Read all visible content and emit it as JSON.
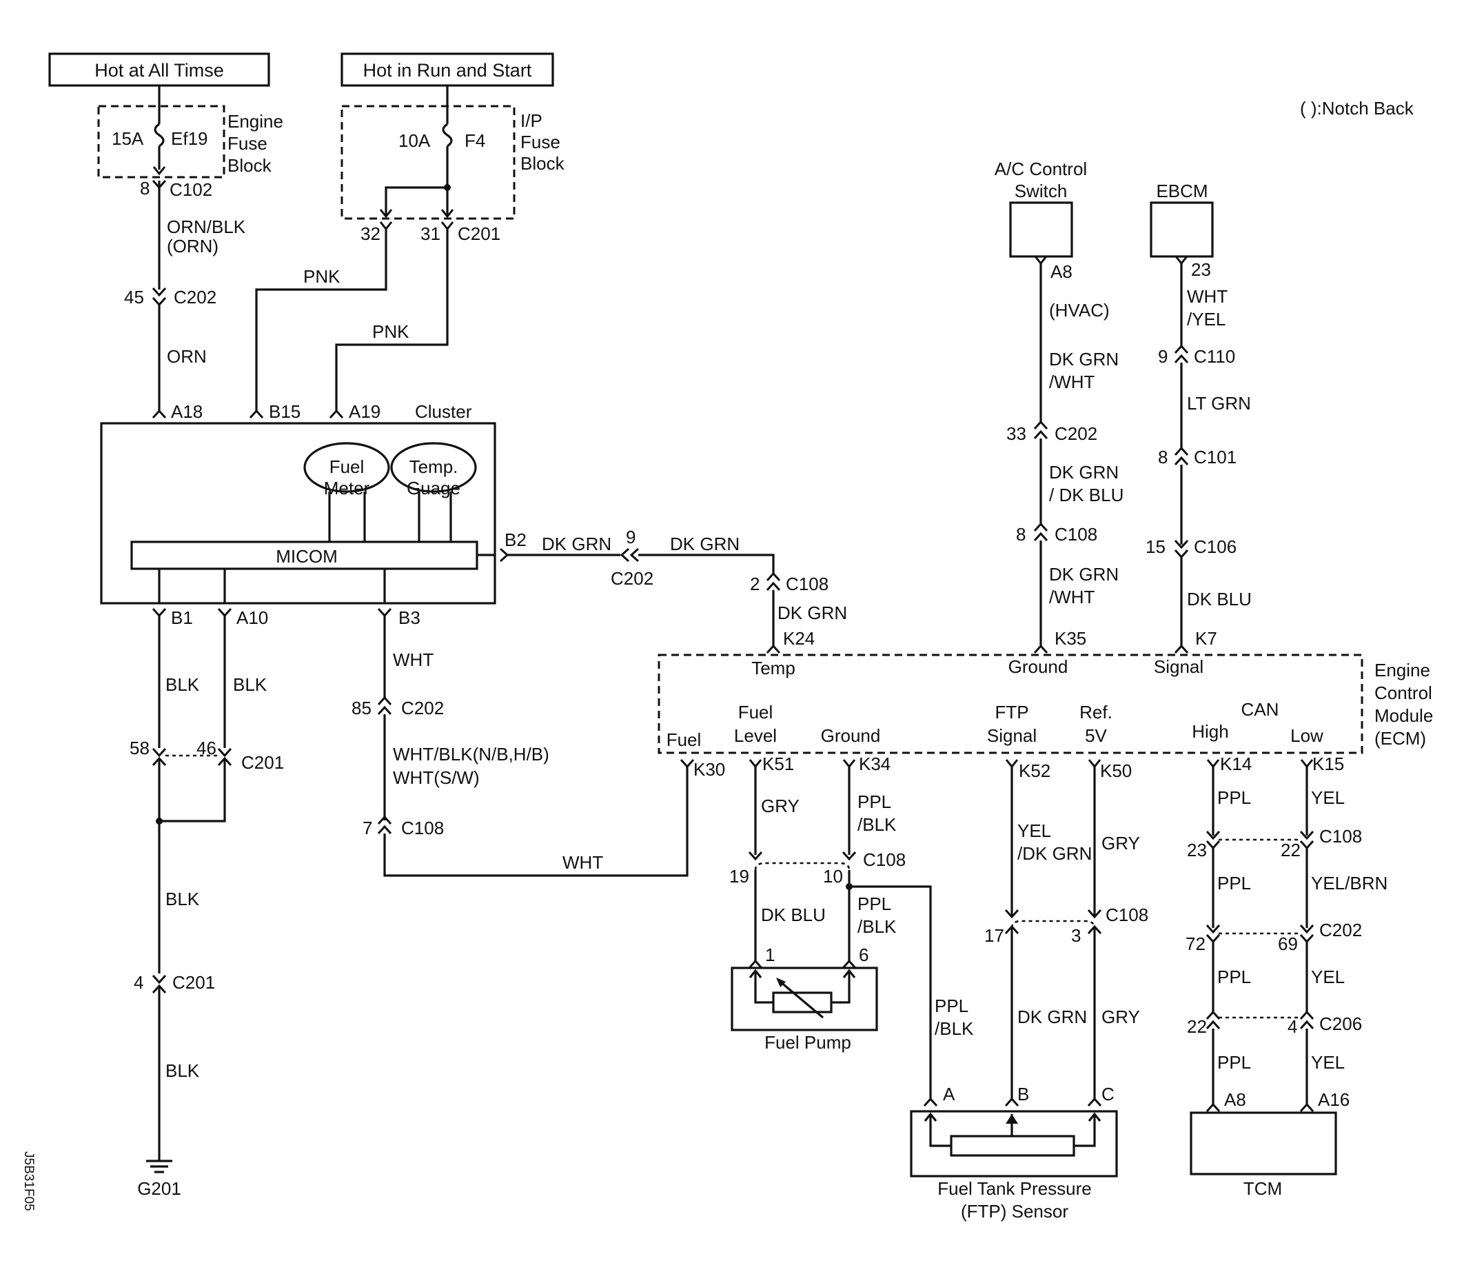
{
  "labels": {
    "hot_all": "Hot at All Timse",
    "hot_run": "Hot in Run and Start",
    "notch": "(    ):Notch Back",
    "eng_fuse_1": "Engine",
    "eng_fuse_2": "Fuse",
    "eng_fuse_3": "Block",
    "ip_fuse_1": "I/P",
    "ip_fuse_2": "Fuse",
    "ip_fuse_3": "Block",
    "fuse_15a": "15A",
    "fuse_ef19": "Ef19",
    "fuse_10a": "10A",
    "fuse_f4": "F4",
    "pin_8": "8",
    "c102": "C102",
    "orn_blk": "ORN/BLK",
    "orn_paren": "(ORN)",
    "pin_45": "45",
    "c202_a": "C202",
    "orn": "ORN",
    "pin_32": "32",
    "pin_31": "31",
    "c201_top": "C201",
    "pnk_1": "PNK",
    "pnk_2": "PNK",
    "a18": "A18",
    "b15": "B15",
    "a19": "A19",
    "cluster": "Cluster",
    "fuel_meter_1": "Fuel",
    "fuel_meter_2": "Meter",
    "temp_gauge_1": "Temp.",
    "temp_gauge_2": "Guage",
    "micom": "MICOM",
    "b2": "B2",
    "dk_grn_1": "DK GRN",
    "pin_9_c202": "9",
    "c202_b": "C202",
    "dk_grn_2": "DK GRN",
    "pin_2": "2",
    "c108_a": "C108",
    "dk_grn_3": "DK GRN",
    "k24": "K24",
    "b1": "B1",
    "a10": "A10",
    "b3": "B3",
    "blk_1": "BLK",
    "blk_2": "BLK",
    "wht_1": "WHT",
    "pin_85": "85",
    "c202_c": "C202",
    "pin_58": "58",
    "pin_46": "46",
    "c201_mid": "C201",
    "wht_blk_nb": "WHT/BLK(N/B,H/B)",
    "wht_sw": "WHT(S/W)",
    "pin_7": "7",
    "c108_b": "C108",
    "wht_2": "WHT",
    "blk_3": "BLK",
    "pin_4": "4",
    "c201_low": "C201",
    "blk_4": "BLK",
    "g201": "G201",
    "code": "J5B31F05",
    "ac_sw_1": "A/C Control",
    "ac_sw_2": "Switch",
    "ebcm": "EBCM",
    "a8_top": "A8",
    "hvac": "(HVAC)",
    "dk_grn_wht_1a": "DK GRN",
    "dk_grn_wht_1b": "/WHT",
    "pin_33": "33",
    "c202_d": "C202",
    "dk_grn_blu_a": "DK GRN",
    "dk_grn_blu_b": "/ DK BLU",
    "pin_8_c108": "8",
    "c108_c": "C108",
    "dk_grn_wht_2a": "DK GRN",
    "dk_grn_wht_2b": "/WHT",
    "k35": "K35",
    "pin_23_ebcm": "23",
    "wht_yel_a": "WHT",
    "wht_yel_b": "/YEL",
    "pin_9_c110": "9",
    "c110": "C110",
    "lt_grn": "LT GRN",
    "pin_8_c101": "8",
    "c101": "C101",
    "pin_15": "15",
    "c106": "C106",
    "dk_blu_1": "DK BLU",
    "k7": "K7",
    "ecm_temp": "Temp",
    "ecm_ground_top": "Ground",
    "ecm_signal": "Signal",
    "ecm_1": "Engine",
    "ecm_2": "Control",
    "ecm_3": "Module",
    "ecm_4": "(ECM)",
    "ecm_fuel": "Fuel",
    "ecm_fuel_level_1": "Fuel",
    "ecm_fuel_level_2": "Level",
    "ecm_ground": "Ground",
    "ecm_ftp_1": "FTP",
    "ecm_ftp_2": "Signal",
    "ecm_ref_1": "Ref.",
    "ecm_ref_2": "5V",
    "ecm_can": "CAN",
    "ecm_high": "High",
    "ecm_low": "Low",
    "k30": "K30",
    "k51": "K51",
    "k34": "K34",
    "k52": "K52",
    "k50": "K50",
    "k14": "K14",
    "k15": "K15",
    "gry_1": "GRY",
    "ppl_blk_1a": "PPL",
    "ppl_blk_1b": "/BLK",
    "pin_19": "19",
    "pin_10": "10",
    "c108_d": "C108",
    "dk_blu_2": "DK BLU",
    "ppl_blk_2a": "PPL",
    "ppl_blk_2b": "/BLK",
    "pump_pin_1": "1",
    "pump_pin_6": "6",
    "fuel_pump": "Fuel Pump",
    "ppl_blk_3a": "PPL",
    "ppl_blk_3b": "/BLK",
    "yel_dkgrn_a": "YEL",
    "yel_dkgrn_b": "/DK GRN",
    "gry_2": "GRY",
    "pin_17": "17",
    "pin_3": "3",
    "c108_e": "C108",
    "dk_grn_4": "DK GRN",
    "gry_3": "GRY",
    "ftp_a": "A",
    "ftp_b": "B",
    "ftp_c": "C",
    "ftp_1": "Fuel Tank Pressure",
    "ftp_2": "(FTP) Sensor",
    "ppl_1": "PPL",
    "yel_1": "YEL",
    "pin_23_c108": "23",
    "pin_22_c108": "22",
    "c108_f": "C108",
    "ppl_2": "PPL",
    "yel_brn": "YEL/BRN",
    "pin_72": "72",
    "pin_69": "69",
    "c202_e": "C202",
    "ppl_3": "PPL",
    "yel_2": "YEL",
    "pin_22_c206": "22",
    "pin_4_c206": "4",
    "c206": "C206",
    "ppl_4": "PPL",
    "yel_3": "YEL",
    "a8_tcm": "A8",
    "a16": "A16",
    "tcm": "TCM"
  }
}
